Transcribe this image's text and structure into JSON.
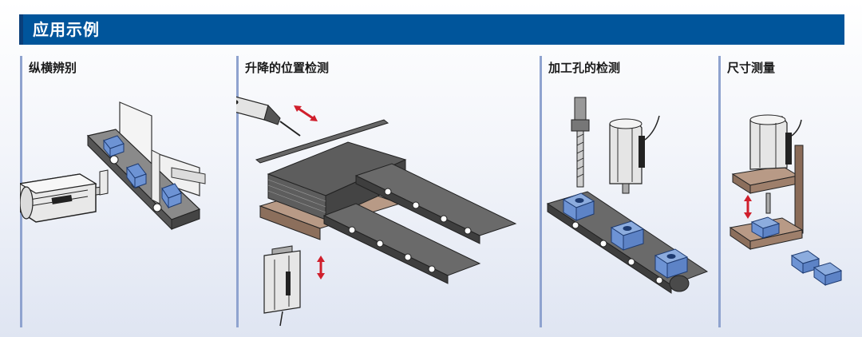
{
  "header": {
    "title": "应用示例"
  },
  "sections": [
    {
      "title": "纵横辨别"
    },
    {
      "title": "升降的位置检测"
    },
    {
      "title": "加工孔的检测"
    },
    {
      "title": "尺寸测量"
    }
  ],
  "colors": {
    "header_bg": "#00559b",
    "divider": "#8fa3cf",
    "box_blue": "#6d93d4",
    "arrow_red": "#d01f2c"
  }
}
